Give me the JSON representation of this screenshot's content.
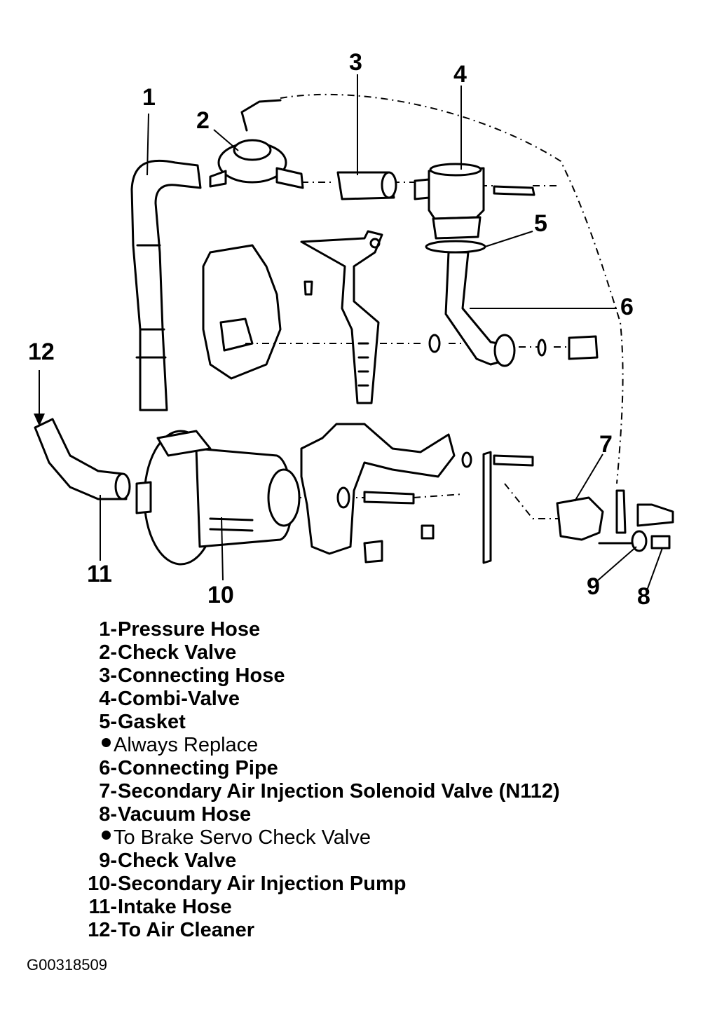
{
  "callouts": [
    "1",
    "2",
    "3",
    "4",
    "5",
    "6",
    "7",
    "8",
    "9",
    "10",
    "11",
    "12"
  ],
  "legend": [
    {
      "num": "1-",
      "text": "Pressure Hose"
    },
    {
      "num": "2-",
      "text": "Check Valve"
    },
    {
      "num": "3-",
      "text": "Connecting Hose"
    },
    {
      "num": "4-",
      "text": "Combi-Valve"
    },
    {
      "num": "5-",
      "text": "Gasket"
    },
    {
      "note": "Always Replace"
    },
    {
      "num": "6-",
      "text": "Connecting Pipe"
    },
    {
      "num": "7-",
      "text": "Secondary Air Injection Solenoid Valve (N112)"
    },
    {
      "num": "8-",
      "text": "Vacuum Hose"
    },
    {
      "note": "To Brake Servo Check Valve"
    },
    {
      "num": "9-",
      "text": "Check Valve"
    },
    {
      "num": "10-",
      "text": "Secondary Air Injection Pump"
    },
    {
      "num": "11-",
      "text": "Intake Hose"
    },
    {
      "num": "12-",
      "text": "To Air Cleaner"
    }
  ],
  "figure_code": "G00318509"
}
